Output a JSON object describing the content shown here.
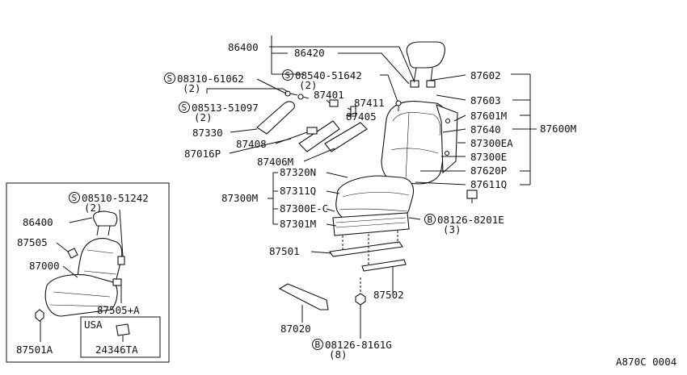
{
  "labels": {
    "p86400": "86400",
    "p86420": "86420",
    "s08310": "08310-61062",
    "s08310_qty": "(2)",
    "s08540": "08540-51642",
    "s08540_qty": "(2)",
    "p87602": "87602",
    "s08513": "08513-51097",
    "s08513_qty": "(2)",
    "p87401": "87401",
    "p87411": "87411",
    "p87603": "87603",
    "p87405": "87405",
    "p87601M": "87601M",
    "p87330": "87330",
    "p87640": "87640",
    "p87600M": "87600M",
    "p87408": "87408",
    "p87300EA": "87300EA",
    "p87016P": "87016P",
    "p87300E": "87300E",
    "p87406M": "87406M",
    "p87320N": "87320N",
    "p87620P": "87620P",
    "p87611Q": "87611Q",
    "p87300M": "87300M",
    "p87311Q": "87311Q",
    "p87300E_C": "87300E-C",
    "b08126_8201": "08126-8201E",
    "b08126_8201_qty": "(3)",
    "p87301M": "87301M",
    "p87501": "87501",
    "p87502": "87502",
    "p87020": "87020",
    "b08126_8161": "08126-8161G",
    "b08126_8161_qty": "(8)",
    "inset_s08510": "08510-51242",
    "inset_s08510_qty": "(2)",
    "inset_86400": "86400",
    "inset_87505": "87505",
    "inset_87000": "87000",
    "inset_87505A": "87505+A",
    "inset_87501A": "87501A",
    "inset_usa": "USA",
    "inset_24346TA": "24346TA",
    "s_mark": "S",
    "b_mark": "B",
    "figure_code": "A870C 0004"
  }
}
